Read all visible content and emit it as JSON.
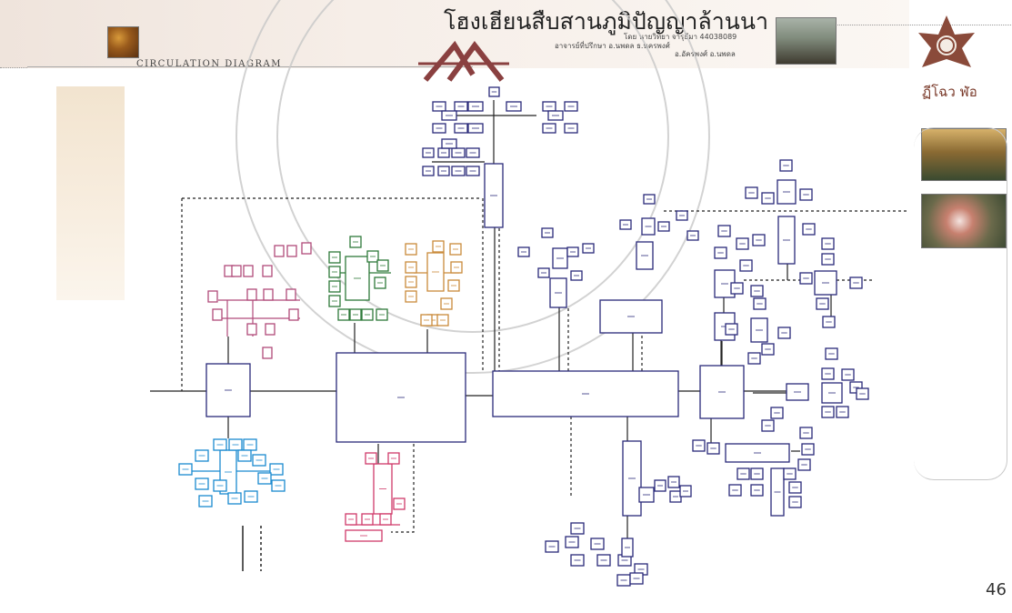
{
  "header": {
    "title": "โฮงเฮียนสืบสานภูมิปัญญาล้านนา",
    "sub_line_1": "โดย นายวิทยา  จารุธีมา  44038089",
    "sub_line_2": "อาจารย์ที่ปรึกษา   อ.นพดล          ธ.นครพงศ์",
    "sub_line_3": "อ.อัครพงศ์  อ.นพดล",
    "caption": "CIRCULATION  DIAGRAM"
  },
  "side": {
    "logo_text": "ฏีโฉว ฬ่อ"
  },
  "footer": {
    "page_number": "46"
  },
  "colors": {
    "navy": "#2a2a7a",
    "magenta": "#b04a7a",
    "green": "#2e7a3a",
    "orange": "#c98a3a",
    "cyan": "#1a8ad0",
    "pink": "#d03a6a",
    "brown": "#7a3a2a"
  },
  "icons": [
    "lanna-star-logo",
    "thai-roof-emblem"
  ]
}
